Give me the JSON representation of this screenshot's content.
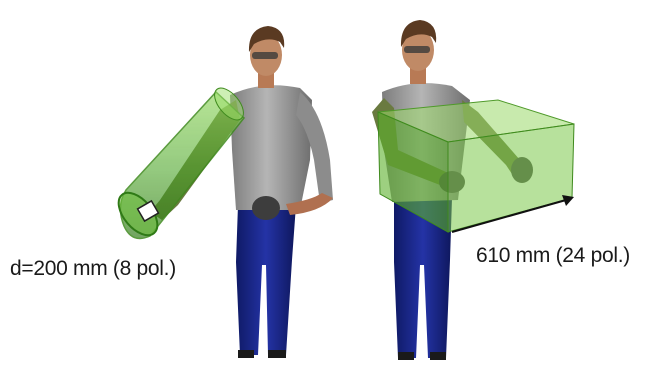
{
  "labels": {
    "cylinder_reach": "d=200 mm (8 pol.)",
    "box_reach": "610 mm (24 pol.)"
  },
  "colors": {
    "background": "#ffffff",
    "envelope_fill": "#6dbf3a",
    "envelope_edge": "#3f8a1e",
    "shirt": "#9a9a9a",
    "pants": "#1c2a8c",
    "skin": "#b87a55",
    "hair": "#5a3a22",
    "glove": "#3d3d3d"
  },
  "icons": [
    "mannequin-figure",
    "reach-cylinder",
    "reach-box",
    "dimension-arrow"
  ]
}
